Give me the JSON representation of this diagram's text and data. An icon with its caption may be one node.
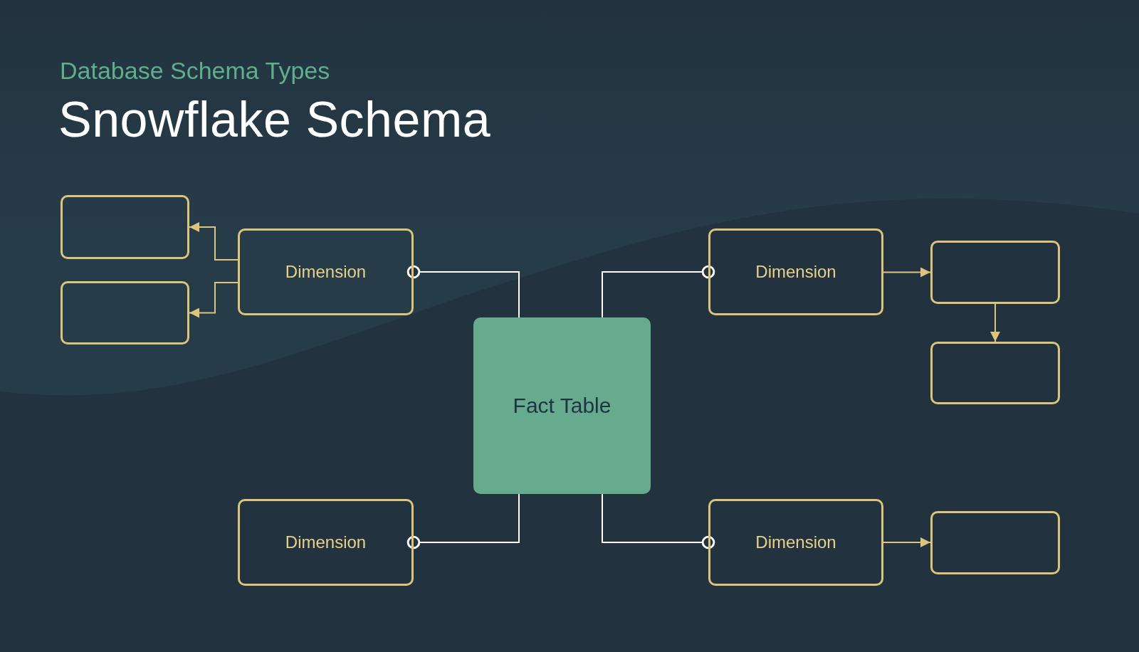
{
  "diagram": {
    "title": "Snowflake Schema",
    "nodes": [
      {
        "text": [],
        "shape": "box"
      },
      {
        "text": [],
        "shape": "box"
      },
      {
        "text": [
          "Dimension"
        ]
      },
      {
        "text": [
          "Dimension"
        ]
      },
      {
        "text": [],
        "shape": "box"
      },
      {
        "text": [],
        "shape": "box"
      },
      {
        "text": [
          "Fact Table"
        ]
      },
      {
        "text": [
          "Dimension"
        ]
      },
      {
        "text": [
          "Dimension"
        ]
      },
      {
        "text": [],
        "shape": "box"
      }
    ],
    "edges": [
      {
        "from": 2,
        "to": 0,
        "arrow": "to"
      },
      {
        "from": 2,
        "to": 1,
        "arrow": "to"
      },
      {
        "from": 6,
        "to": 2,
        "arrow": "other",
        "color": "#ffffff"
      },
      {
        "from": 6,
        "to": 3,
        "arrow": "other",
        "color": "#ffffff"
      },
      {
        "from": 3,
        "to": 4,
        "arrow": "to"
      },
      {
        "from": 4,
        "to": 5,
        "arrow": "to"
      },
      {
        "from": 6,
        "to": 7,
        "arrow": "other",
        "color": "#ffffff"
      },
      {
        "from": 6,
        "to": 8,
        "arrow": "other",
        "color": "#ffffff"
      },
      {
        "from": 8,
        "to": 9,
        "arrow": "to"
      }
    ],
    "labels": [
      "Database Schema Types"
    ]
  }
}
